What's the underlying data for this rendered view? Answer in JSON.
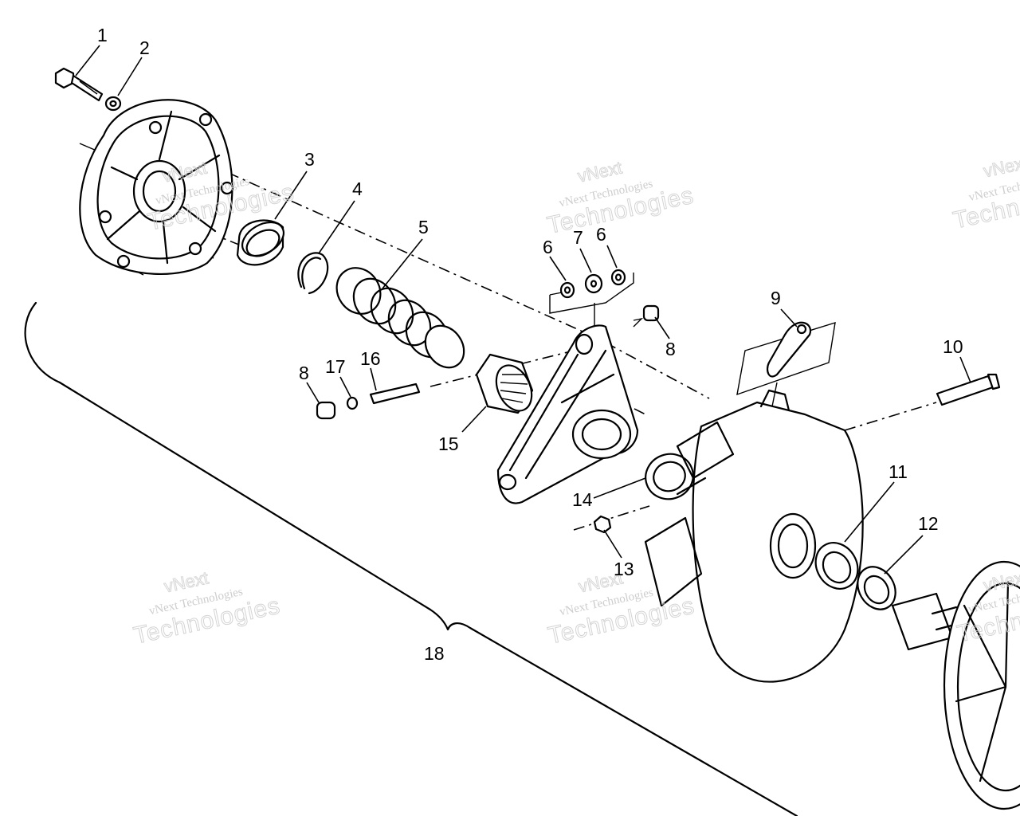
{
  "callouts": [
    "1",
    "2",
    "3",
    "4",
    "5",
    "6",
    "7",
    "6",
    "9",
    "10",
    "11",
    "12",
    "13",
    "14",
    "15",
    "16",
    "17",
    "8",
    "8",
    "18"
  ],
  "watermark": {
    "line1": "vNext Technologies",
    "line2": "vNext",
    "line3": "Technologies"
  }
}
